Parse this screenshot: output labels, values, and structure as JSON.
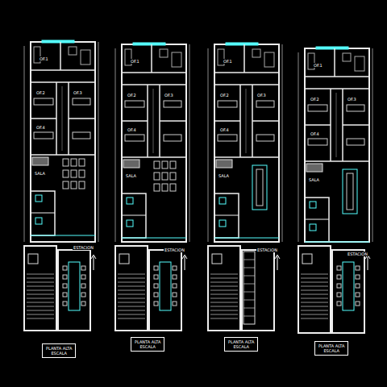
{
  "diagram": {
    "nodes": [
      {
        "text": [
          "PLANTA ALTA",
          "ESCALA"
        ]
      },
      {
        "text": [
          "PLANTA ALTA",
          "ESCALA"
        ]
      },
      {
        "text": [
          "PLANTA ALTA",
          "ESCALA"
        ]
      },
      {
        "text": [
          "PLANTA ALTA",
          "ESCALA"
        ]
      }
    ],
    "labels": [
      "OF.1",
      "OF.2",
      "OF.3",
      "OF.4",
      "SALA",
      "ESTACION",
      "OF.1",
      "OF.2",
      "OF.3",
      "OF.4",
      "SALA",
      "ESTACION",
      "OF.1",
      "OF.2",
      "OF.3",
      "OF.4",
      "SALA",
      "ESTACION",
      "OF.1",
      "OF.2",
      "OF.3",
      "OF.4",
      "SALA",
      "ESTACION"
    ]
  }
}
